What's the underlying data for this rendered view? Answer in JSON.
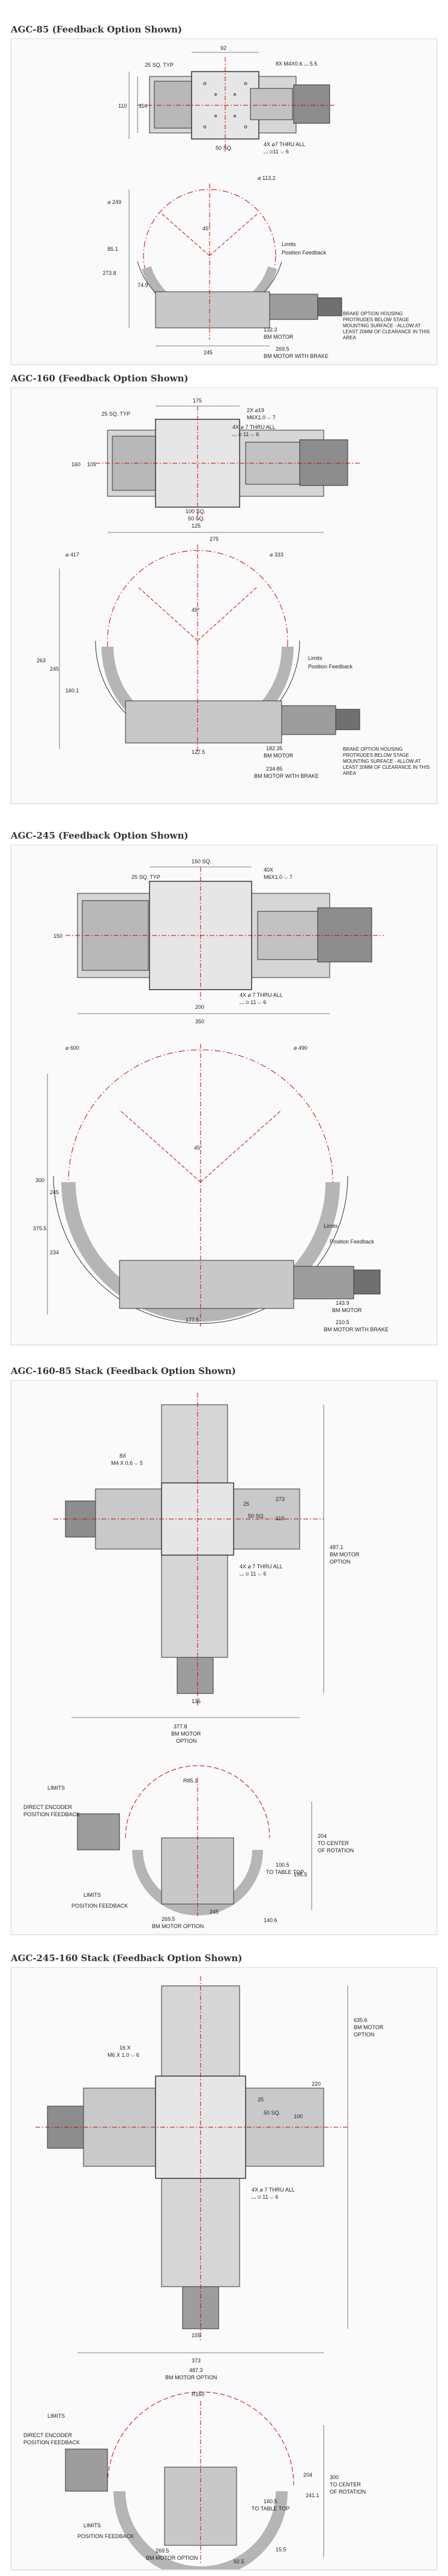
{
  "sections": [
    {
      "title": "AGC-85 (Feedback Option Shown)",
      "labels": {
        "l1": "92",
        "l2": "25 SQ. TYP",
        "l3": "8X M4X0.6 ⌴ 5.5",
        "l4": "110",
        "l5": "114",
        "l6": "50 SQ.",
        "l7": "4X ⌀7 THRU ALL",
        "l8": "⌴ ⌀11 ⌵ 6",
        "l9": "⌀ 113.2",
        "l10": "⌀ 249",
        "l11": "85.1",
        "l12": "74.9",
        "l13": "273.8",
        "l14": "Limits",
        "l15": "Position Feedback",
        "l16": "132.3",
        "l17": "BM MOTOR",
        "l18": "269.5",
        "l19": "BM MOTOR WITH BRAKE",
        "l20": "245",
        "l21": "45°",
        "l22": "BRAKE OPTION HOUSING PROTRUDES BELOW STAGE MOUNTING SURFACE - ALLOW AT LEAST 20MM OF CLEARANCE IN THIS AREA"
      }
    },
    {
      "title": "AGC-160 (Feedback Option Shown)",
      "labels": {
        "l1": "175",
        "l2": "25 SQ. TYP",
        "l3": "2X ⌀19",
        "l4": "M6X1.0 ⌵ 7",
        "l5": "4X ⌀ 7 THRU ALL",
        "l6": "⌴ ⌀ 11 ⌵ 6",
        "l7": "100 SQ.",
        "l8": "50 SQ.",
        "l9": "125",
        "l10": "275",
        "l11": "⌀ 417",
        "l12": "⌀ 333",
        "l13": "160",
        "l14": "105",
        "l15": "45°",
        "l16": "263",
        "l17": "245",
        "l18": "160.1",
        "l19": "Limits",
        "l20": "Position Feedback",
        "l21": "127.5",
        "l22": "182.35",
        "l23": "BM MOTOR",
        "l24": "234.85",
        "l25": "BM MOTOR WITH BRAKE",
        "l26": "BRAKE OPTION HOUSING PROTRUDES BELOW STAGE MOUNTING SURFACE - ALLOW AT LEAST 20MM OF CLEARANCE IN THIS AREA"
      }
    },
    {
      "title": "AGC-245 (Feedback Option Shown)",
      "labels": {
        "l1": "150 SQ.",
        "l2": "25 SQ. TYP",
        "l3": "40X",
        "l4": "M6X1.0 ⌵ 7",
        "l5": "150",
        "l6": "4X ⌀ 7 THRU ALL",
        "l7": "⌴ ⌀ 11 ⌵ 6",
        "l8": "200",
        "l9": "350",
        "l10": "⌀ 600",
        "l11": "⌀ 490",
        "l12": "45°",
        "l13": "300",
        "l14": "245",
        "l15": "375.5",
        "l16": "234",
        "l17": "Limits",
        "l18": "Position Feedback",
        "l19": "177.5",
        "l20": "143.9",
        "l21": "BM MOTOR",
        "l22": "210.5",
        "l23": "BM MOTOR WITH BRAKE"
      }
    },
    {
      "title": "AGC-160-85 Stack (Feedback Option Shown)",
      "labels": {
        "l1": "8X",
        "l2": "M4 X 0.6 ⌵ 5",
        "l3": "25",
        "l4": "50 SQ.",
        "l5": "273",
        "l6": "110",
        "l7": "4X ⌀ 7 THRU ALL",
        "l8": "⌴ ⌀ 11 ⌵ 6",
        "l9": "487.1",
        "l10": "BM MOTOR",
        "l11": "OPTION",
        "l12": "135",
        "l13": "377.8",
        "l14": "BM MOTOR",
        "l15": "OPTION",
        "l16": "R85.1",
        "l17": "LIMITS",
        "l18": "DIRECT ENCODER",
        "l19": "POSITION FEEDBACK",
        "l20": "204",
        "l21": "TO CENTER",
        "l22": "OF ROTATION",
        "l23": "100.5",
        "l24": "TO TABLE TOP",
        "l25": "156.5",
        "l26": "LIMITS",
        "l27": "POSITION FEEDBACK",
        "l28": "269.5",
        "l29": "BM MOTOR OPTION",
        "l30": "140.6",
        "l31": "245"
      }
    },
    {
      "title": "AGC-245-160 Stack (Feedback Option Shown)",
      "labels": {
        "l1": "16 X",
        "l2": "M6 X 1.0 ⌵ 6",
        "l3": "25",
        "l4": "50 SQ.",
        "l5": "100",
        "l6": "220",
        "l7": "635.6",
        "l8": "BM MOTOR",
        "l9": "OPTION",
        "l10": "4X ⌀ 7 THRU ALL",
        "l11": "⌴ ⌀ 11 ⌵ 6",
        "l12": "155",
        "l13": "373",
        "l14": "487.3",
        "l15": "BM MOTOR OPTION",
        "l16": "R160",
        "l17": "LIMITS",
        "l18": "DIRECT ENCODER",
        "l19": "POSITION FEEDBACK",
        "l20": "LIMITS",
        "l21": "POSITION FEEDBACK",
        "l22": "204",
        "l23": "160.5",
        "l24": "TO TABLE TOP",
        "l25": "241.1",
        "l26": "300",
        "l27": "TO CENTER",
        "l28": "OF ROTATION",
        "l29": "269.5",
        "l30": "BM MOTOR OPTION",
        "l31": "92.5",
        "l32": "15.5"
      }
    }
  ]
}
